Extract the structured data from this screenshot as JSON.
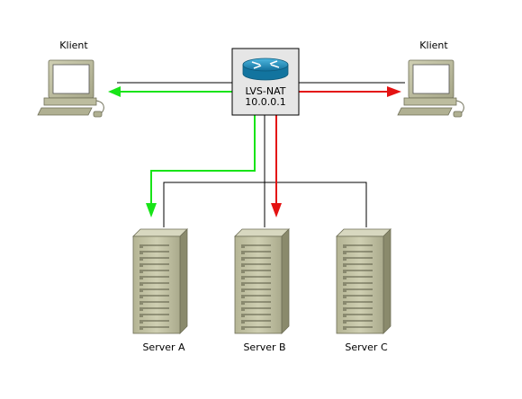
{
  "clients": [
    {
      "label": "Klient"
    },
    {
      "label": "Klient"
    }
  ],
  "router": {
    "name": "LVS-NAT",
    "ip": "10.0.0.1",
    "icon": "router-icon"
  },
  "servers": [
    {
      "label": "Server A"
    },
    {
      "label": "Server B"
    },
    {
      "label": "Server C"
    }
  ],
  "colors": {
    "request_flow": "#18e418",
    "response_flow": "#e41212",
    "link": "#000000",
    "router_box": "#e6e6e6",
    "router_icon": "#1a8fc0",
    "hardware_body": "#c4c4a4",
    "hardware_dark": "#8a8a6c"
  }
}
